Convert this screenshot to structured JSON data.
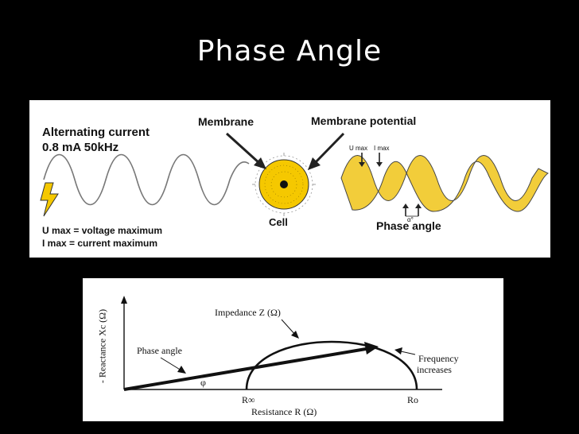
{
  "slide": {
    "title": "Phase Angle"
  },
  "top_diagram": {
    "alt_current_line1": "Alternating current",
    "alt_current_line2": "0.8 mA  50kHz",
    "membrane": "Membrane",
    "membrane_potential": "Membrane potential",
    "u_max_small": "U max",
    "i_max_small": "I max",
    "cell": "Cell",
    "phase_angle": "Phase angle",
    "alpha": "α°",
    "u_max_def": "U max = voltage maximum",
    "i_max_def": "I max = current maximum",
    "colors": {
      "cell_fill": "#f5c800",
      "wave_fill": "#f2cd3a",
      "bolt": "#f5c800"
    }
  },
  "bottom_diagram": {
    "y_axis_label": "- Reactance Xc (Ω)",
    "impedance_label": "Impedance  Z (Ω)",
    "phase_angle_label": "Phase angle",
    "frequency_line1": "Frequency",
    "frequency_line2": "increases",
    "phi": "φ",
    "r_inf": "R∞",
    "r_zero": "Ro",
    "x_axis_label": "Resistance  R (Ω)"
  }
}
